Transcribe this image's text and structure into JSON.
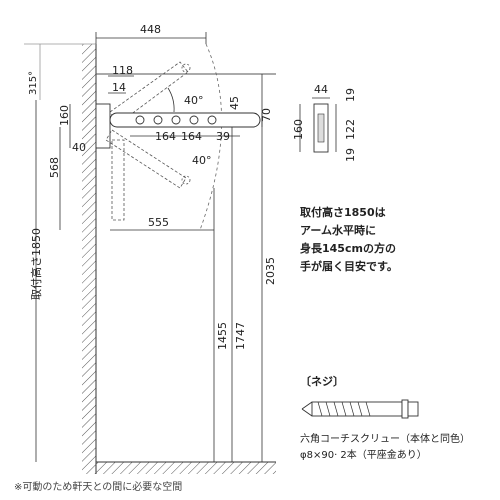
{
  "dimensions": {
    "total_width": "448",
    "clearance_angle": "315°",
    "bracket_offset": "118",
    "bracket_depth": "14",
    "arm_angle_up": "40°",
    "arm_height": "45",
    "arm_thickness": "70",
    "bracket_height": "160",
    "bracket_projection": "40",
    "hook_pitch_1": "164",
    "hook_pitch_2": "164",
    "arm_tip": "39",
    "arm_angle_down": "40°",
    "drop_height": "568",
    "arm_length": "555",
    "mount_height": "取付高さ1850",
    "height_a": "1455",
    "height_b": "1747",
    "height_c": "2035"
  },
  "side_view": {
    "width": "44",
    "depth_top": "19",
    "depth_mid": "122",
    "depth_bottom": "19",
    "height": "160"
  },
  "note_lines": [
    "取付高さ1850は",
    "アーム水平時に",
    "身長145cmの方の",
    "手が届く目安です。"
  ],
  "screw": {
    "title": "〔ネジ〕",
    "description": "六角コーチスクリュー（本体と同色）",
    "spec": "φ8×90· 2本（平座金あり）"
  },
  "footnote": "※可動のため軒天との間に必要な空間"
}
